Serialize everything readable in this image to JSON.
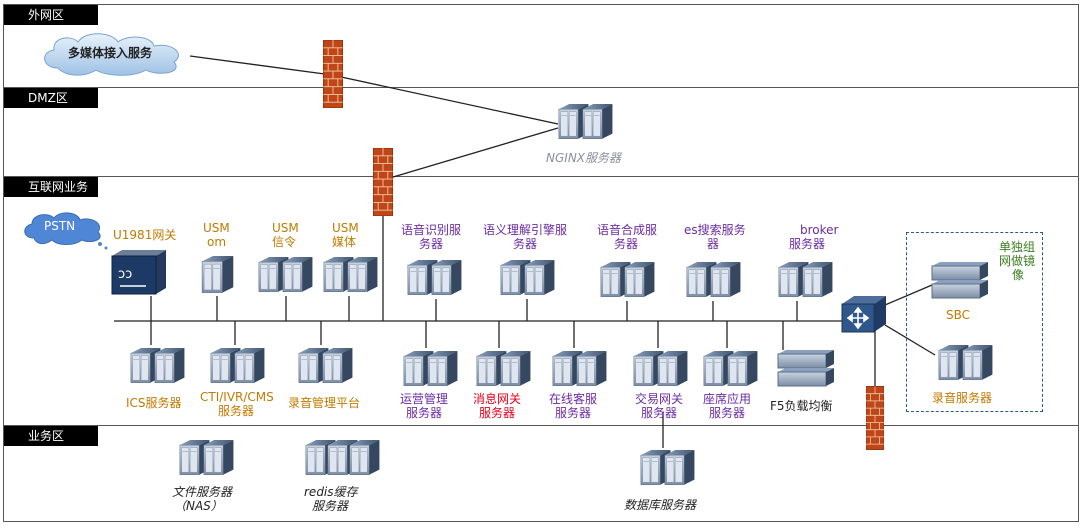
{
  "zones": {
    "external": "外网区",
    "dmz": "DMZ区",
    "internet_business": "互联网业务区",
    "business": "业务区"
  },
  "external": {
    "multimedia_cloud": "多媒体接入服务"
  },
  "dmz": {
    "nginx": "NGINX服务器"
  },
  "internet": {
    "pstn": "PSTN",
    "u1981": "U1981网关",
    "usm_om": [
      "USM",
      "om"
    ],
    "usm_signal": [
      "USM",
      "信令"
    ],
    "usm_media": [
      "USM",
      "媒体"
    ],
    "asr": [
      "语音识别服",
      "务器"
    ],
    "nlu": [
      "语义理解引擎服",
      "务器"
    ],
    "tts": [
      "语音合成服",
      "务器"
    ],
    "es": [
      "es搜索服务",
      "器"
    ],
    "broker": [
      "broker",
      "服务器"
    ],
    "standalone_mirror": [
      "单独组",
      "网做镜",
      "像"
    ],
    "sbc": "SBC",
    "recording_server": "录音服务器",
    "ics": "ICS服务器",
    "cti": [
      "CTI/IVR/CMS",
      "服务器"
    ],
    "rec_mgmt": "录音管理平台",
    "ops_mgmt": [
      "运营管理",
      "服务器"
    ],
    "msg_gateway": [
      "消息网关",
      "服务器"
    ],
    "online_cs": [
      "在线客服",
      "服务器"
    ],
    "trade_gateway": [
      "交易网关",
      "服务器"
    ],
    "seat_app": [
      "座席应用",
      "服务器"
    ],
    "f5": "F5负载均衡"
  },
  "business": {
    "file_server": [
      "文件服务器",
      "（NAS）"
    ],
    "redis": [
      "redis缓存",
      "服务器"
    ],
    "db_server": "数据库服务器"
  },
  "colors": {
    "label_orange": "#c07a00",
    "label_purple": "#6a2ca0",
    "label_red": "#e8001c",
    "label_green": "#3b7d1f",
    "firewall": "#c0461a",
    "server": "#5a6f8a"
  }
}
